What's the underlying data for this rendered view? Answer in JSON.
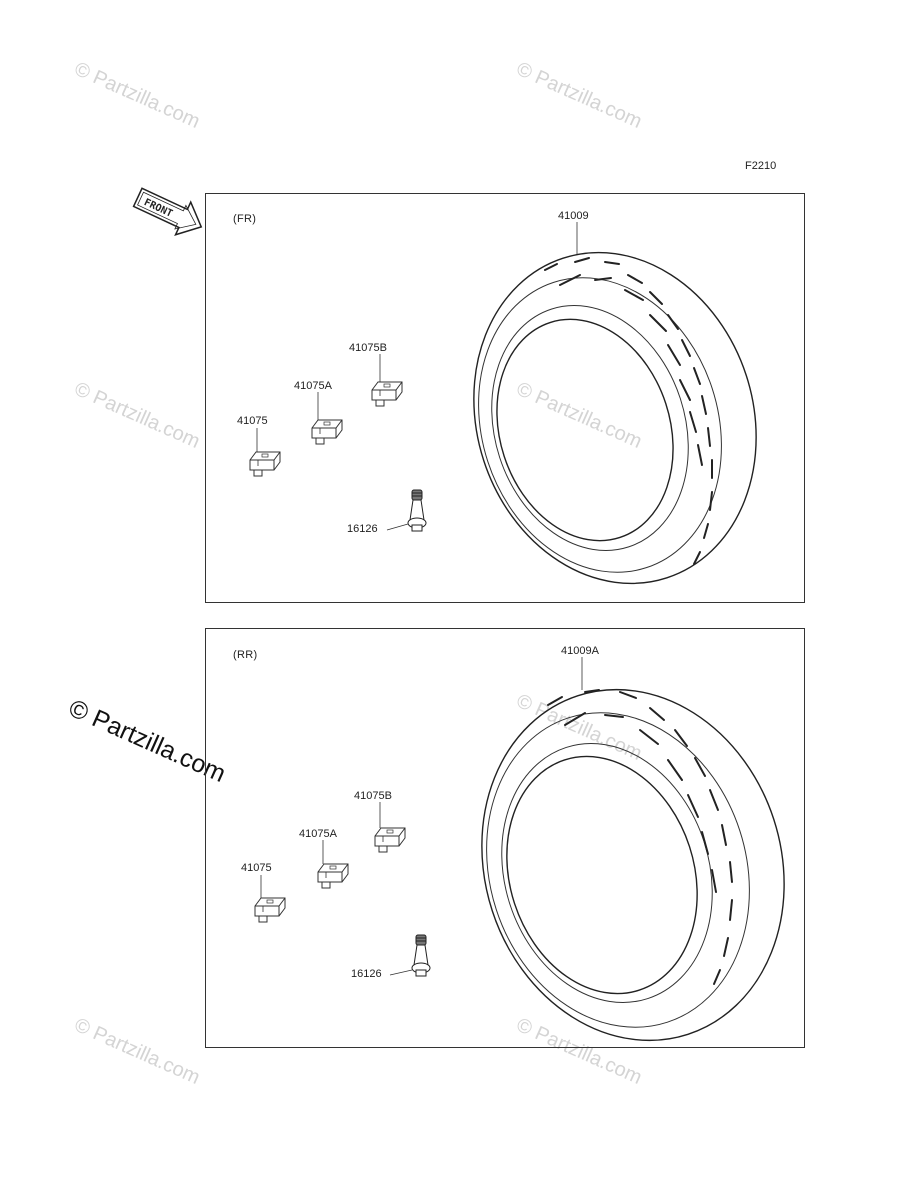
{
  "diagram_code": "F2210",
  "front_arrow_label": "FRONT",
  "watermark_text": "© Partzilla.com",
  "panels": [
    {
      "label": "(FR)",
      "parts": {
        "tire": "41009",
        "weight_b": "41075B",
        "weight_a": "41075A",
        "weight": "41075",
        "valve": "16126"
      }
    },
    {
      "label": "(RR)",
      "parts": {
        "tire": "41009A",
        "weight_b": "41075B",
        "weight_a": "41075A",
        "weight": "41075",
        "valve": "16126"
      }
    }
  ]
}
